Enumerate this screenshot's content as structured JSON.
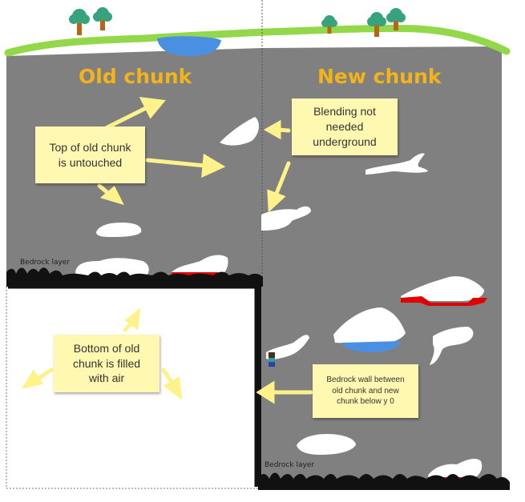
{
  "colors": {
    "stone": "#808080",
    "grass": "#93d84a",
    "water": "#4a90e2",
    "lava": "#e00000",
    "bedrock": "#111111",
    "heading": "#f2b418",
    "note": "#fff8b0",
    "arrow": "#fff28a",
    "air": "#ffffff"
  },
  "headings": {
    "old_chunk": "Old chunk",
    "new_chunk": "New chunk"
  },
  "notes": {
    "top_untouched": "Top of old chunk\nis untouched",
    "blending": "Blending not\nneeded\nunderground",
    "bottom_air": "Bottom of old\nchunk is filled\nwith air",
    "bedrock_wall": "Bedrock wall between\nold chunk and new\nchunk below y 0"
  },
  "labels": {
    "bedrock_left": "Bedrock layer",
    "bedrock_right": "Bedrock layer"
  },
  "icons": [
    "tree-icon",
    "player-icon",
    "arrow-icon"
  ]
}
